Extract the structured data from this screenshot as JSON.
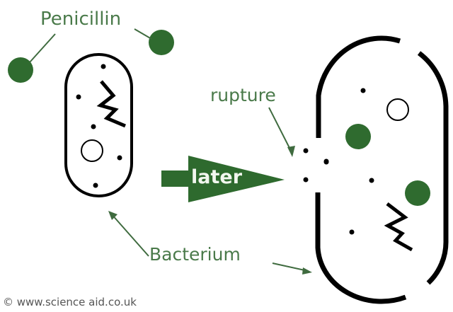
{
  "labels": {
    "penicillin": "Penicillin",
    "rupture": "rupture",
    "bacterium": "Bacterium",
    "arrow_text": "later"
  },
  "footer": {
    "copyright": "© www.science aid.co.uk"
  },
  "colors": {
    "penicillin_green": "#2f6b2f",
    "label_green": "#4a7a4a",
    "arrow_green": "#2e6a2e",
    "outline_black": "#000000"
  },
  "diagram": {
    "before": {
      "title": "Intact bacterium",
      "contents": [
        "DNA (zigzag)",
        "vacuole/ribosome circle",
        "ribosome dots"
      ]
    },
    "after": {
      "title": "Ruptured bacterium",
      "contents": [
        "DNA (zigzag)",
        "circle",
        "penicillin molecules inside",
        "leaking dots"
      ]
    }
  }
}
